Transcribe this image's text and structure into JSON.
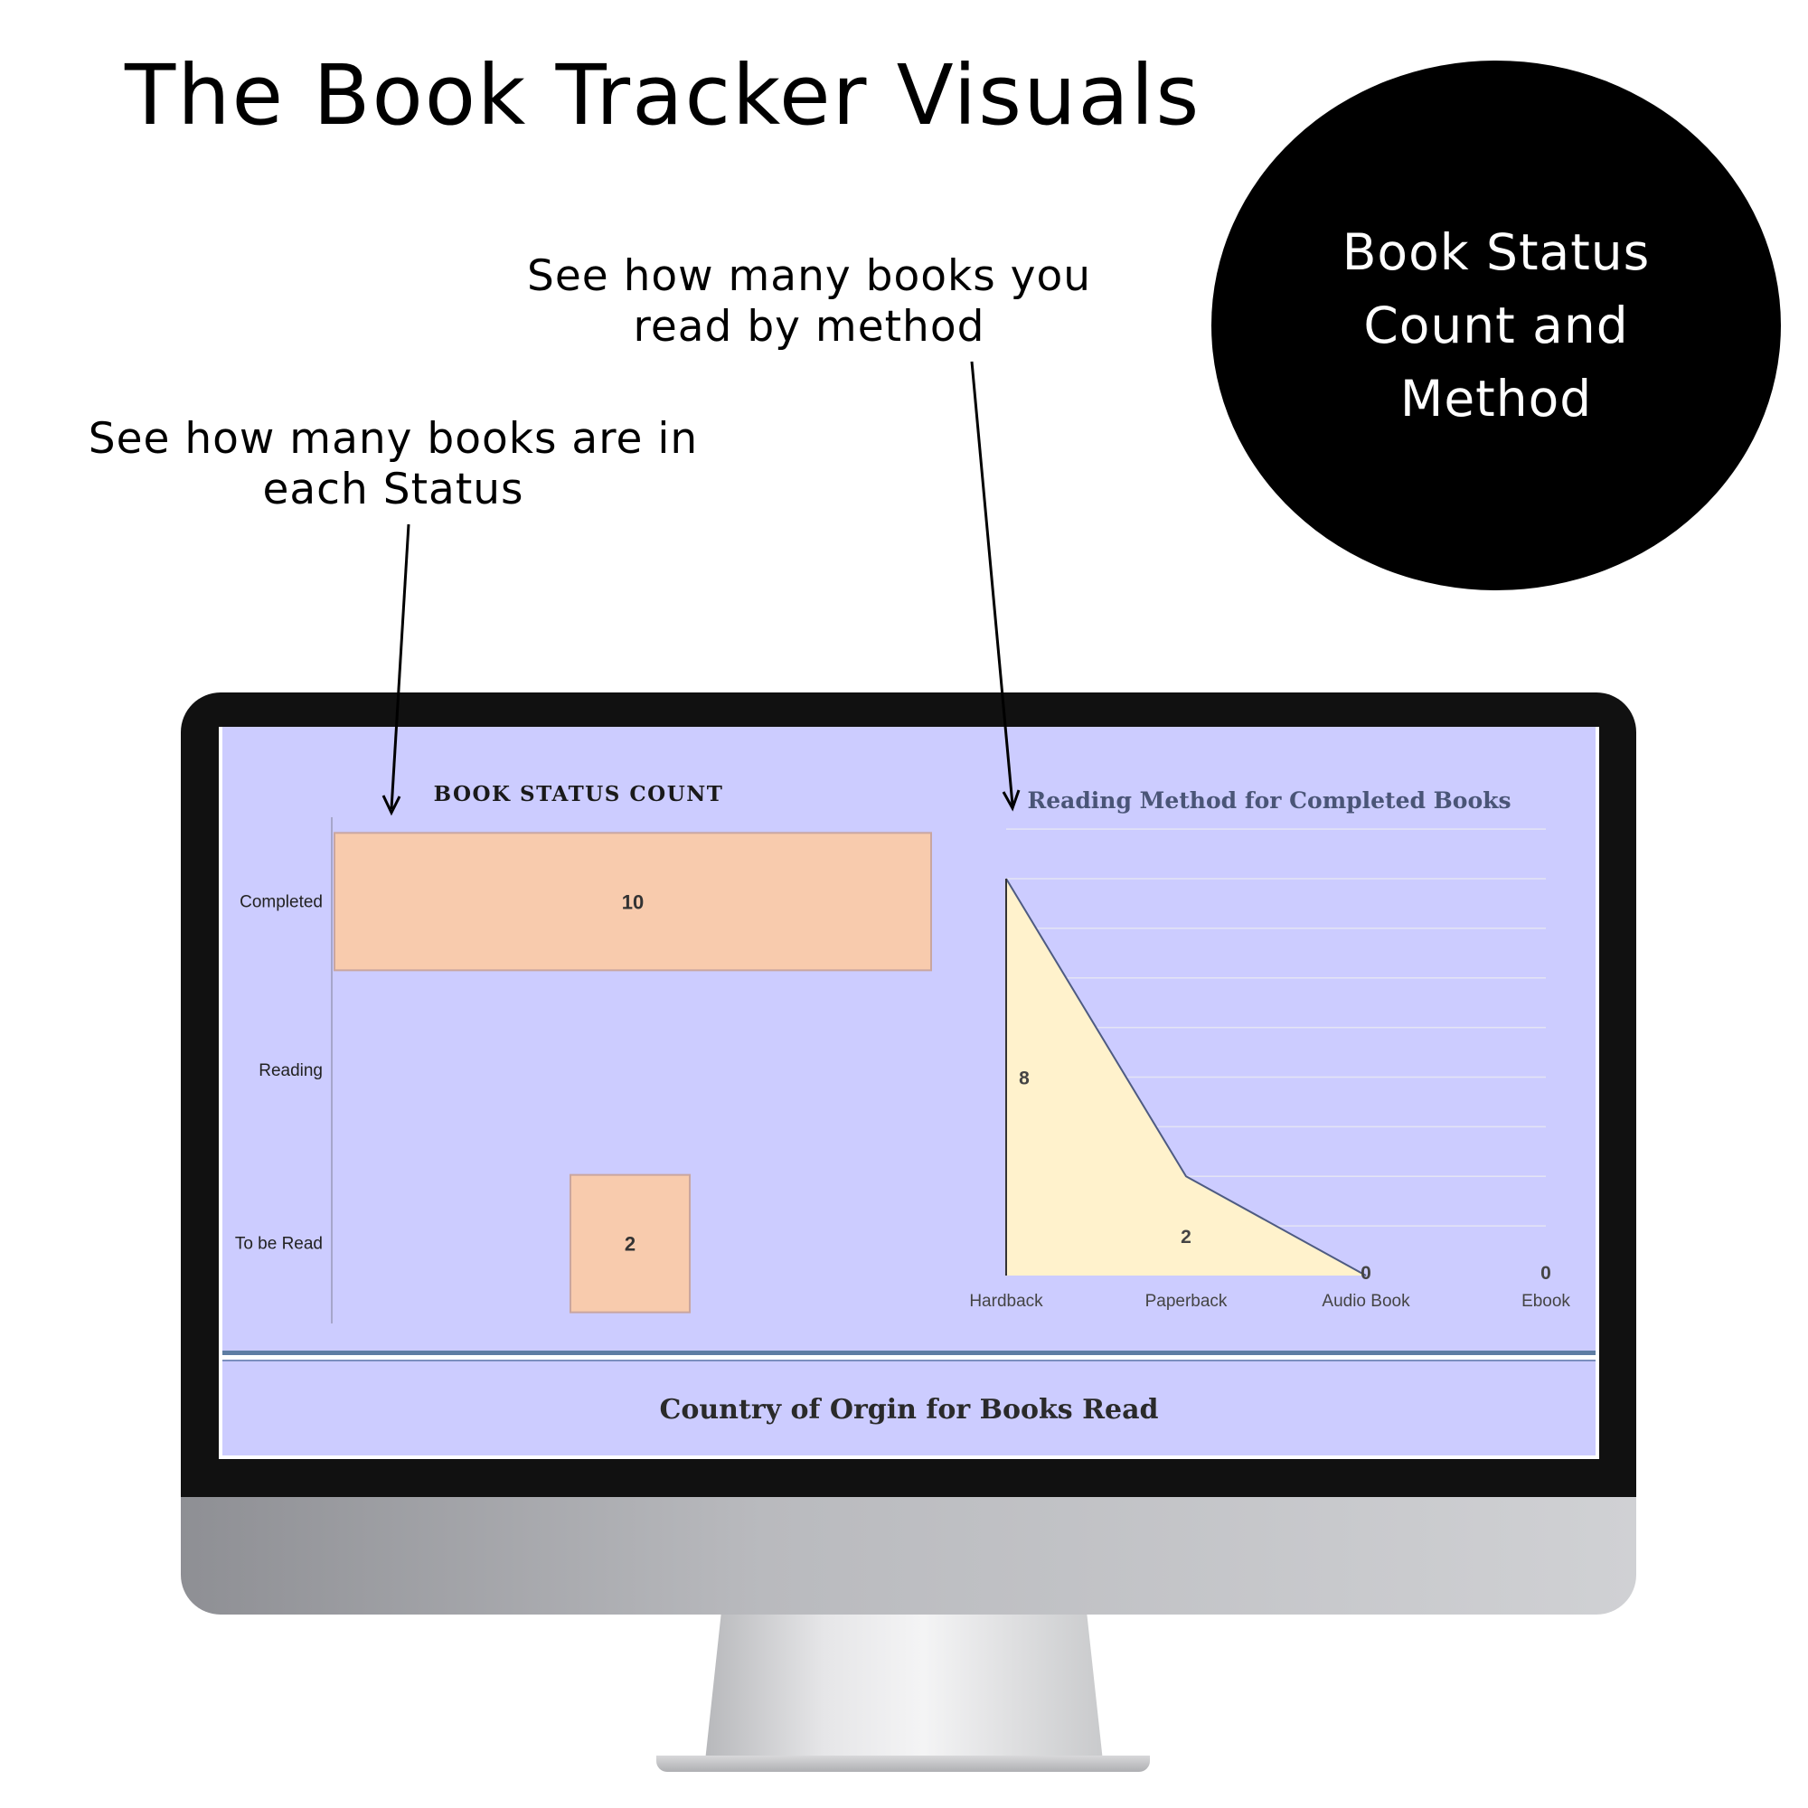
{
  "header": {
    "title": "The Book Tracker Visuals"
  },
  "badge": {
    "lines": [
      "Book Status",
      "Count and",
      "Method"
    ]
  },
  "callouts": {
    "method": [
      "See how many books you",
      "read by method"
    ],
    "status": [
      "See how many books are in",
      "each Status"
    ]
  },
  "dashboard": {
    "bottom_panel_title": "Country of Orgin for Books Read"
  },
  "colors": {
    "dashboard_bg": "#ccccff",
    "bar_fill": "#f8cbad",
    "area_fill": "#fff2cc",
    "badge_bg": "#000000"
  },
  "chart_data": [
    {
      "type": "bar",
      "orientation": "horizontal",
      "title": "BOOK STATUS COUNT",
      "categories": [
        "Completed",
        "Reading",
        "To be Read"
      ],
      "values": [
        10,
        null,
        2
      ],
      "data_labels": [
        "10",
        "",
        "2"
      ],
      "xlabel": "",
      "ylabel": "",
      "grid": false
    },
    {
      "type": "area",
      "title": "Reading Method for Completed Books",
      "categories": [
        "Hardback",
        "Paperback",
        "Audio Book",
        "Ebook"
      ],
      "values": [
        8,
        2,
        0,
        0
      ],
      "data_labels": [
        "8",
        "2",
        "0",
        "0"
      ],
      "ylim": [
        0,
        8
      ],
      "xlabel": "",
      "ylabel": "",
      "grid": true
    }
  ]
}
